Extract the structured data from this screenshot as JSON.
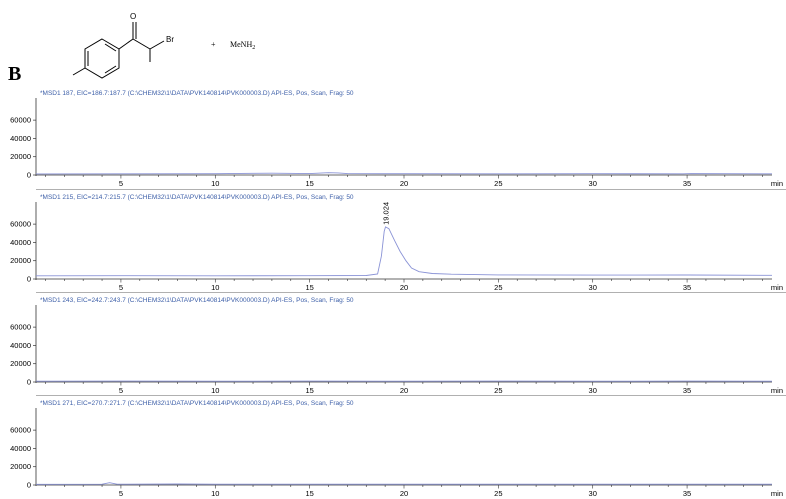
{
  "figure_label": "B",
  "reaction": {
    "carbonyl_label": "O",
    "halogen_label": "Br",
    "plus": "+",
    "reagent_prefix": "MeNH",
    "reagent_subscript": "2"
  },
  "colors": {
    "trace": "#8a93d6",
    "header": "#3d5fa8",
    "axis": "#333333",
    "peak_label": "#000000"
  },
  "chart_data": [
    {
      "type": "line",
      "title": "*MSD1 187, EIC=186.7:187.7 (C:\\CHEM32\\1\\DATA\\PVK140814\\PVK000003.D)   API-ES, Pos, Scan, Frag: 50",
      "xlabel": "min",
      "xlim": [
        0.5,
        39.5
      ],
      "ylim": [
        0,
        82000
      ],
      "x_ticks": [
        5,
        10,
        15,
        20,
        25,
        30,
        35
      ],
      "y_ticks": [
        0,
        20000,
        40000,
        60000
      ],
      "series": [
        {
          "x": [
            0.5,
            5,
            10,
            12,
            13,
            15,
            16,
            16.5,
            17,
            20,
            25,
            30,
            34.8,
            35.2,
            39.5
          ],
          "y": [
            1200,
            1300,
            1400,
            1900,
            2000,
            1500,
            2500,
            2300,
            1500,
            1400,
            1300,
            1400,
            1300,
            1500,
            1300
          ]
        }
      ],
      "annotations": []
    },
    {
      "type": "line",
      "title": "*MSD1 215, EIC=214.7:215.7 (C:\\CHEM32\\1\\DATA\\PVK140814\\PVK000003.D)   API-ES, Pos, Scan, Frag: 50",
      "xlabel": "min",
      "xlim": [
        0.5,
        39.5
      ],
      "ylim": [
        0,
        82000
      ],
      "x_ticks": [
        5,
        10,
        15,
        20,
        25,
        30,
        35
      ],
      "y_ticks": [
        0,
        20000,
        40000,
        60000
      ],
      "series": [
        {
          "x": [
            0.5,
            5,
            10,
            15,
            18,
            18.6,
            18.8,
            18.95,
            19.02,
            19.2,
            19.5,
            19.8,
            20.1,
            20.4,
            20.8,
            21.5,
            22.5,
            25,
            30,
            35,
            39.5
          ],
          "y": [
            3500,
            3600,
            3500,
            3600,
            3800,
            5500,
            25000,
            52000,
            57000,
            55000,
            42000,
            30000,
            20000,
            12000,
            8000,
            6000,
            5200,
            4500,
            4300,
            4400,
            4000
          ]
        }
      ],
      "annotations": [
        {
          "x": 19.024,
          "y": 57000,
          "text": "19.024"
        }
      ]
    },
    {
      "type": "line",
      "title": "*MSD1 243, EIC=242.7:243.7 (C:\\CHEM32\\1\\DATA\\PVK140814\\PVK000003.D)   API-ES, Pos, Scan, Frag: 50",
      "xlabel": "min",
      "xlim": [
        0.5,
        39.5
      ],
      "ylim": [
        0,
        82000
      ],
      "x_ticks": [
        5,
        10,
        15,
        20,
        25,
        30,
        35
      ],
      "y_ticks": [
        0,
        20000,
        40000,
        60000
      ],
      "series": [
        {
          "x": [
            0.5,
            5,
            10,
            15,
            20,
            25,
            30,
            35,
            39.5
          ],
          "y": [
            900,
            1000,
            900,
            1000,
            900,
            1000,
            900,
            1000,
            900
          ]
        }
      ],
      "annotations": []
    },
    {
      "type": "line",
      "title": "*MSD1 271, EIC=270.7:271.7 (C:\\CHEM32\\1\\DATA\\PVK140814\\PVK000003.D)   API-ES, Pos, Scan, Frag: 50",
      "xlabel": "min",
      "xlim": [
        0.5,
        39.5
      ],
      "ylim": [
        0,
        82000
      ],
      "x_ticks": [
        5,
        10,
        15,
        20,
        25,
        30,
        35
      ],
      "y_ticks": [
        0,
        20000,
        40000,
        60000
      ],
      "series": [
        {
          "x": [
            0.5,
            4,
            4.4,
            4.8,
            8,
            10,
            15,
            20,
            25,
            30,
            35,
            39.5
          ],
          "y": [
            800,
            900,
            2500,
            900,
            1100,
            900,
            900,
            900,
            900,
            900,
            900,
            900
          ]
        }
      ],
      "annotations": []
    }
  ]
}
